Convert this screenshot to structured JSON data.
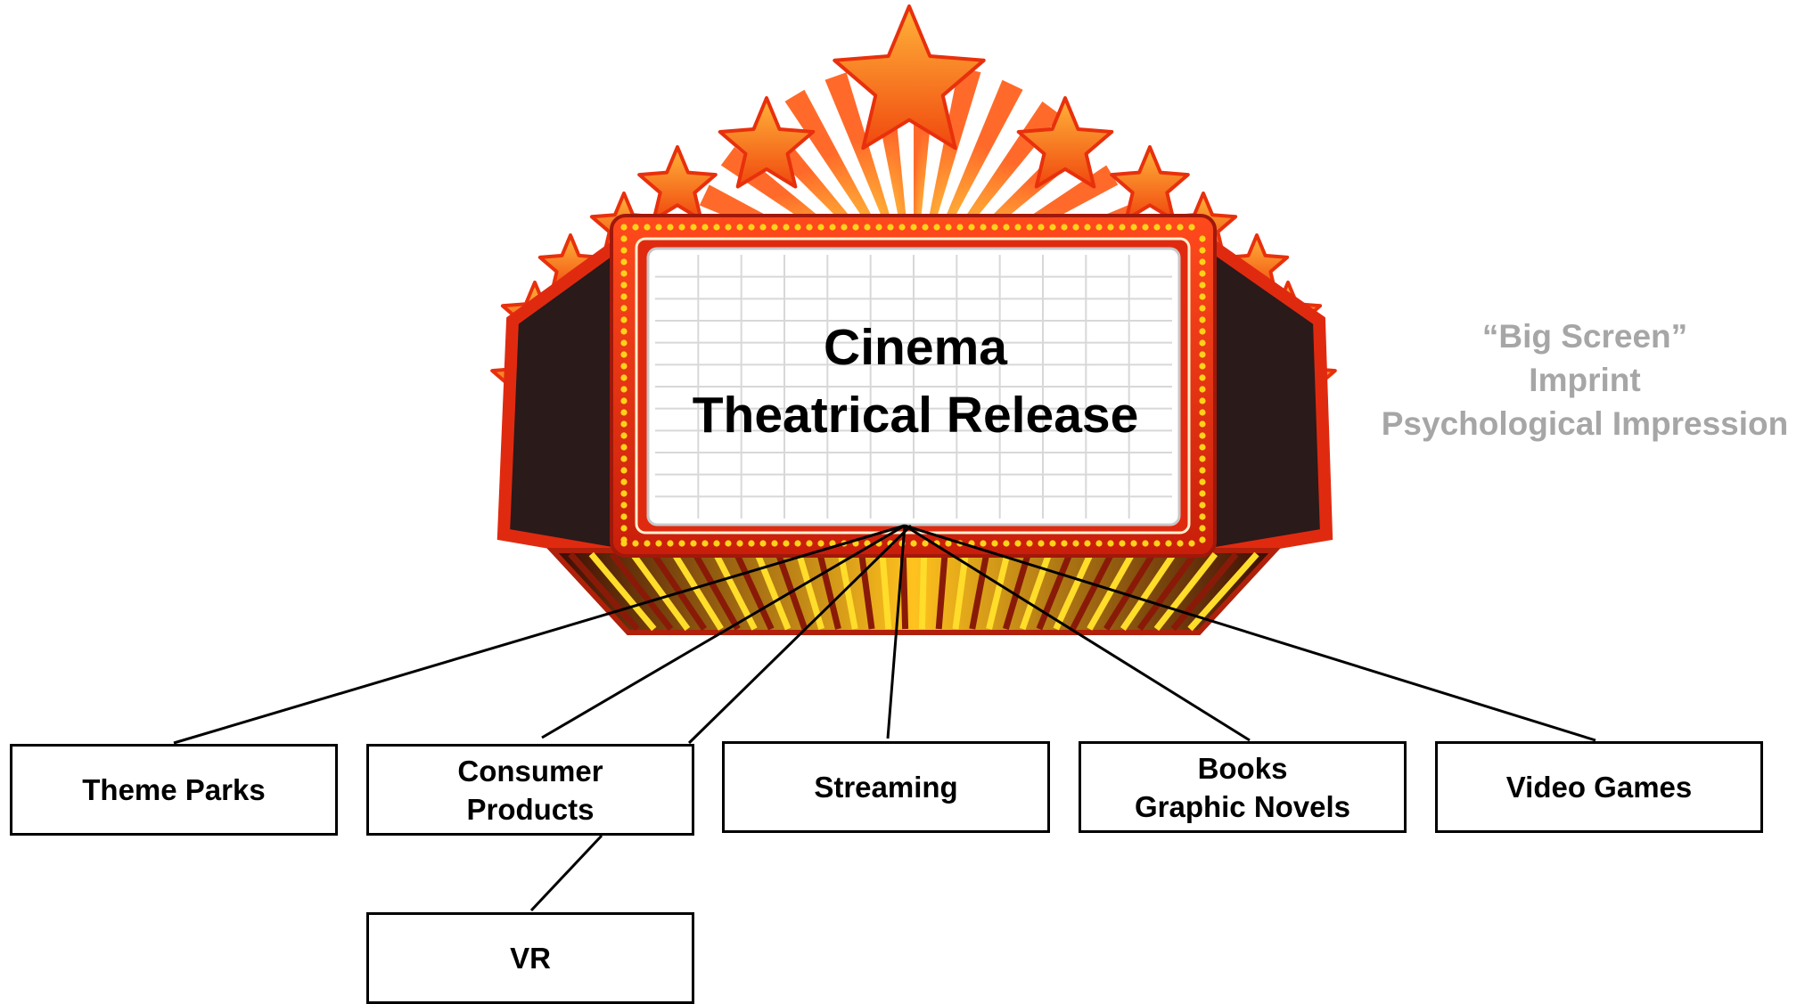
{
  "sign": {
    "line1": "Cinema",
    "line2": "Theatrical Release"
  },
  "side_note": {
    "line1": "“Big Screen”",
    "line2": "Imprint",
    "line3": "Psychological Impression"
  },
  "boxes": {
    "theme_parks": "Theme Parks",
    "consumer_products": [
      "Consumer",
      "Products"
    ],
    "streaming": "Streaming",
    "books": [
      "Books",
      "Graphic Novels"
    ],
    "video_games": "Video Games",
    "vr": "VR"
  },
  "colors": {
    "star_fill": "#ff7a12",
    "star_edge": "#e8300c",
    "marquee_red": "#e02a10",
    "marquee_dark": "#2a1a1a",
    "bulb_yellow": "#ffd21a",
    "screen_grid": "#d8d8d8",
    "connector": "#000000",
    "note_gray": "#a6a6a6"
  }
}
